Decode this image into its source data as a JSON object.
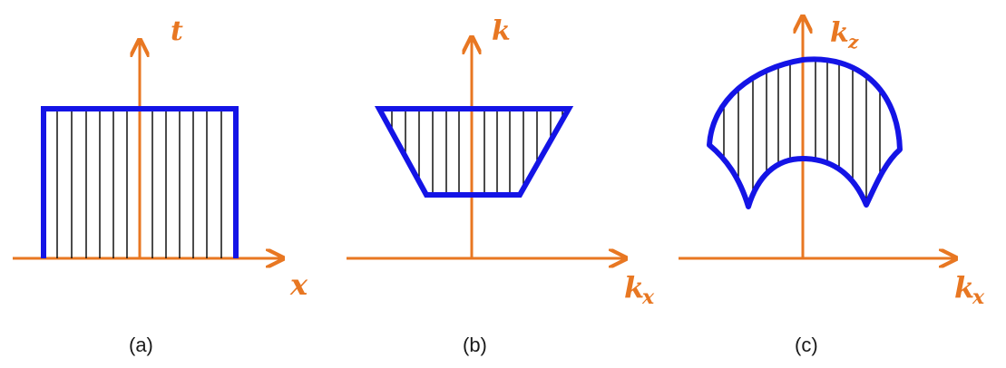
{
  "panels": [
    {
      "id": "a",
      "caption": "(a)",
      "x_label": "x",
      "y_label": "t"
    },
    {
      "id": "b",
      "caption": "(b)",
      "x_label": "k",
      "x_sub": "x",
      "y_label": "k"
    },
    {
      "id": "c",
      "caption": "(c)",
      "x_label": "k",
      "x_sub": "x",
      "y_label": "k",
      "y_sub": "z"
    }
  ],
  "colors": {
    "axis": "#e87722",
    "outline": "#1414e6",
    "hatch": "#000000",
    "caption": "#1a1a1a"
  }
}
